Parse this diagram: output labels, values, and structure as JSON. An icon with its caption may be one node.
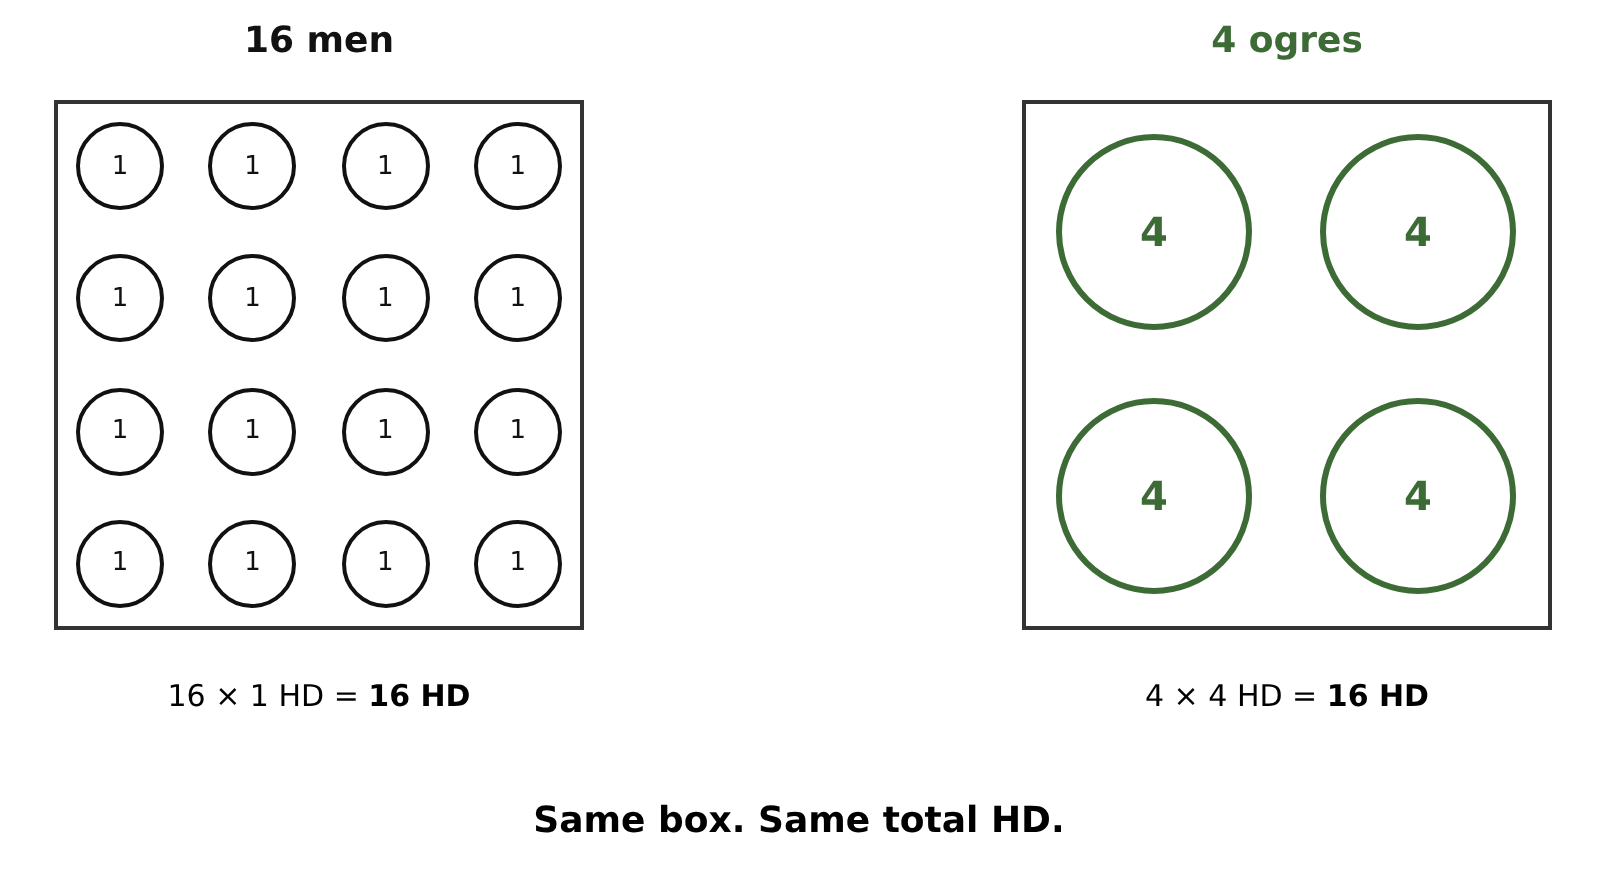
{
  "diagram": {
    "caption": "Same box. Same total HD.",
    "nodes": [
      {
        "text": [
          "16 men"
        ],
        "beside": [
          "16 × 1 HD = **16 HD**"
        ]
      },
      {
        "text": [
          "1"
        ],
        "in": 0
      },
      {
        "text": [
          "1"
        ],
        "in": 0
      },
      {
        "text": [
          "1"
        ],
        "in": 0
      },
      {
        "text": [
          "1"
        ],
        "in": 0
      },
      {
        "text": [
          "1"
        ],
        "in": 0
      },
      {
        "text": [
          "1"
        ],
        "in": 0
      },
      {
        "text": [
          "1"
        ],
        "in": 0
      },
      {
        "text": [
          "1"
        ],
        "in": 0
      },
      {
        "text": [
          "1"
        ],
        "in": 0
      },
      {
        "text": [
          "1"
        ],
        "in": 0
      },
      {
        "text": [
          "1"
        ],
        "in": 0
      },
      {
        "text": [
          "1"
        ],
        "in": 0
      },
      {
        "text": [
          "1"
        ],
        "in": 0
      },
      {
        "text": [
          "1"
        ],
        "in": 0
      },
      {
        "text": [
          "1"
        ],
        "in": 0
      },
      {
        "text": [
          "1"
        ],
        "in": 0
      },
      {
        "text": [
          "4 ogres"
        ],
        "beside": [
          "4 × 4 HD = **16 HD**"
        ]
      },
      {
        "text": [
          "4"
        ],
        "in": 17
      },
      {
        "text": [
          "4"
        ],
        "in": 17
      },
      {
        "text": [
          "4"
        ],
        "in": 17
      },
      {
        "text": [
          "4"
        ],
        "in": 17
      }
    ]
  }
}
